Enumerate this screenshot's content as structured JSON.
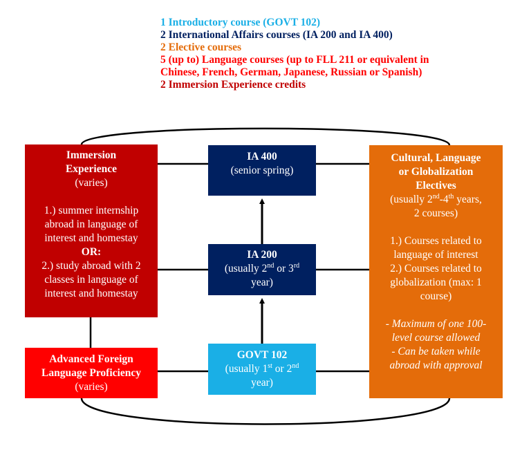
{
  "legend": [
    {
      "text": "1 Introductory course (GOVT 102)",
      "color": "#1aafe6"
    },
    {
      "text": "2 International Affairs courses (IA 200 and IA 400)",
      "color": "#002060"
    },
    {
      "text": "2 Elective courses",
      "color": "#e46c0a"
    },
    {
      "text": "5 (up to) Language courses (up to FLL 211 or equivalent in",
      "color": "#ff0000"
    },
    {
      "text": "Chinese, French, German, Japanese, Russian or Spanish)",
      "color": "#ff0000"
    },
    {
      "text": "2 Immersion Experience credits",
      "color": "#c00000"
    }
  ],
  "colors": {
    "govt_box": "#1aafe6",
    "ia_box": "#002060",
    "electives_box": "#e46c0a",
    "language_box": "#ff0000",
    "immersion_box": "#c00000",
    "connector": "#000000"
  },
  "immersion": {
    "title_line1": "Immersion",
    "title_line2": "Experience",
    "subtitle": "(varies)",
    "lines": [
      "1.) summer internship",
      "abroad in language of",
      "interest and homestay"
    ],
    "or_label": "OR:",
    "lines2": [
      "2.) study abroad with 2",
      "classes in language of",
      "interest and homestay"
    ]
  },
  "advanced": {
    "title_line1": "Advanced Foreign",
    "title_line2": "Language Proficiency",
    "subtitle": "(varies)"
  },
  "ia400": {
    "title": "IA 400",
    "subtitle": "(senior spring)"
  },
  "ia200": {
    "title": "IA 200",
    "sub_pre": "(usually 2",
    "sup1": "nd",
    "sub_mid": " or 3",
    "sup2": "rd",
    "sub_end": "year)"
  },
  "govt102": {
    "title": "GOVT 102",
    "sub_pre": "(usually 1",
    "sup1": "st",
    "sub_mid": " or 2",
    "sup2": "nd",
    "sub_end": "year)"
  },
  "electives": {
    "title_line1": "Cultural, Language",
    "title_line2": "or Globalization",
    "title_line3": "Electives",
    "sub_pre": "(usually 2",
    "sup1": "nd",
    "sub_mid": "-4",
    "sup2": "th",
    "sub_post": " years,",
    "sub_line2": "2 courses)",
    "lines": [
      "1.) Courses related to",
      "language of interest",
      "2.) Courses related to",
      "globalization (max: 1",
      "course)"
    ],
    "notes": [
      "- Maximum of one 100-",
      "level course allowed",
      "- Can be taken while",
      "abroad with approval"
    ]
  }
}
